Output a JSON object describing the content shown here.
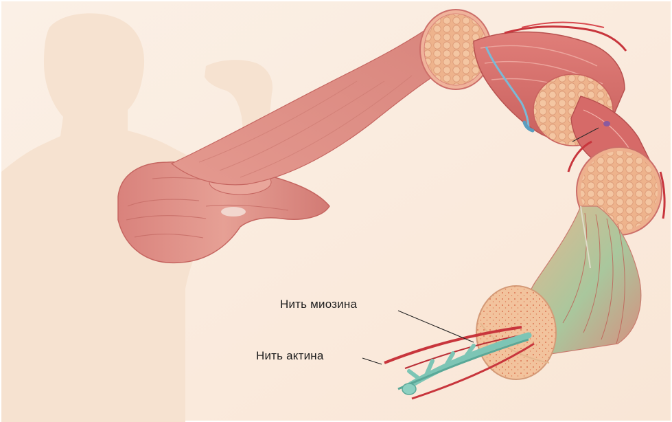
{
  "labels": {
    "myosin": "Нить миозина",
    "actin": "Нить актина"
  },
  "colors": {
    "background": "#faeadd",
    "body_silhouette": "#f5dfcc",
    "muscle": "#df8e86",
    "muscle_dark": "#c4625f",
    "fascicle_section": "#f2b7a0",
    "fiber_cell": "#f4c4a3",
    "vessel_red": "#c8353c",
    "vessel_blue": "#7bb9d6",
    "actin_filament": "#7dc5b5",
    "cut_section": "#f0c09a"
  },
  "icons": {
    "figure": "human-silhouette",
    "muscle": "shoulder-muscle",
    "fascicle": "muscle-fascicle-cross-section",
    "fiber": "muscle-fiber",
    "myofibril": "myofibril-cross-section"
  }
}
